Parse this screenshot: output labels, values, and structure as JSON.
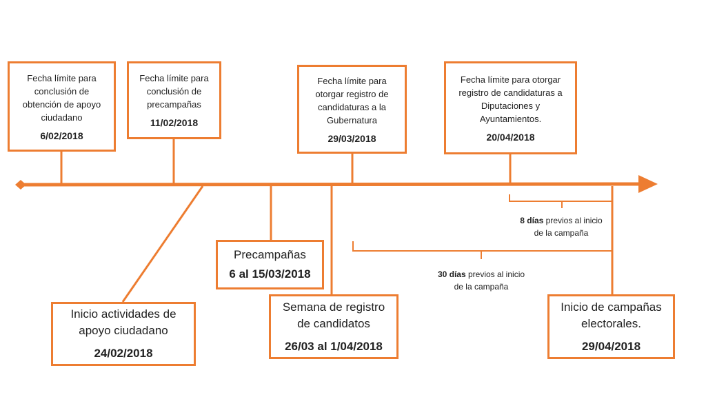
{
  "colors": {
    "accent": "#ED7D31",
    "text": "#222222",
    "background": "#ffffff"
  },
  "top_events": [
    {
      "text": "Fecha límite para conclusión de obtención de apoyo ciudadano",
      "date": "6/02/2018"
    },
    {
      "text": "Fecha límite para conclusión de precampañas",
      "date": "11/02/2018"
    },
    {
      "text": "Fecha límite para otorgar registro de candidaturas a la Gubernatura",
      "date": "29/03/2018"
    },
    {
      "text": "Fecha límite para otorgar registro de candidaturas a Diputaciones y Ayuntamientos.",
      "date": "20/04/2018"
    }
  ],
  "bottom_events": [
    {
      "text": "Inicio actividades de apoyo ciudadano",
      "date": "24/02/2018"
    },
    {
      "text": "Precampañas",
      "date": "6 al 15/03/2018"
    },
    {
      "text": "Semana de registro de candidatos",
      "date": "26/03 al 1/04/2018"
    },
    {
      "text": "Inicio de campañas electorales.",
      "date": "29/04/2018"
    }
  ],
  "annotations": [
    {
      "bold": "8 días",
      "rest": " previos al inicio",
      "line2": "de la campaña"
    },
    {
      "bold": "30 días",
      "rest": " previos al inicio",
      "line2": "de la campaña"
    }
  ]
}
